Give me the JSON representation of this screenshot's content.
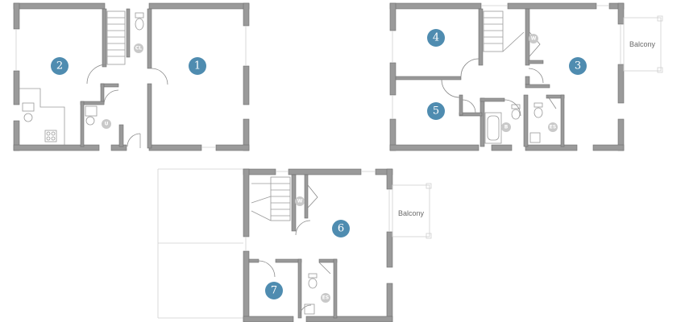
{
  "rooms": [
    {
      "id": "1",
      "label": "1"
    },
    {
      "id": "2",
      "label": "2"
    },
    {
      "id": "3",
      "label": "3"
    },
    {
      "id": "4",
      "label": "4"
    },
    {
      "id": "5",
      "label": "5"
    },
    {
      "id": "6",
      "label": "6"
    },
    {
      "id": "7",
      "label": "7"
    }
  ],
  "fixtures": {
    "cl": "CL",
    "u": "U",
    "w_first": "W",
    "w_second": "W",
    "b": "B",
    "es_first": "ES",
    "es_second": "ES"
  },
  "labels": {
    "balcony_first": "Balcony",
    "balcony_second": "Balcony"
  },
  "colors": {
    "badge": "#4f8cb0",
    "wall": "#9a9a9a"
  }
}
